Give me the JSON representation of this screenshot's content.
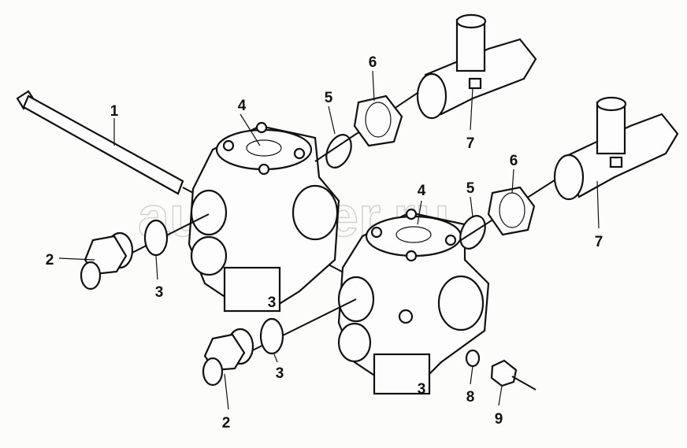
{
  "diagram": {
    "watermark": "autopiter.ru",
    "callouts": {
      "c1": "1",
      "c2a": "2",
      "c2b": "2",
      "c3a": "3",
      "c3b": "3",
      "c4a": "4",
      "c4b": "4",
      "c5a": "5",
      "c5b": "5",
      "c6a": "6",
      "c6b": "6",
      "c7a": "7",
      "c7b": "7",
      "c8": "8",
      "c9": "9",
      "c3c": "3",
      "c3d": "3"
    }
  }
}
